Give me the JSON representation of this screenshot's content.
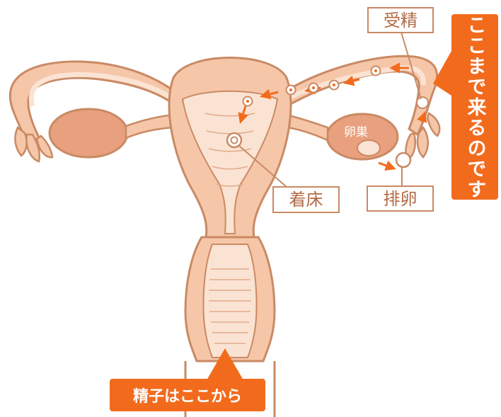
{
  "labels": {
    "fertilization": "受精",
    "implantation": "着床",
    "ovulation": "排卵",
    "ovary": "卵巣"
  },
  "callouts": {
    "vertical": "ここまで来るのです",
    "bottom": "精子はここから"
  },
  "colors": {
    "outline": "#c98a64",
    "organ_fill": "#f6c6a8",
    "inner_fill": "#fbe3d3",
    "ovary_fill": "#e8a07e",
    "arrow": "#f26b1d",
    "callout": "#f26b1d"
  }
}
